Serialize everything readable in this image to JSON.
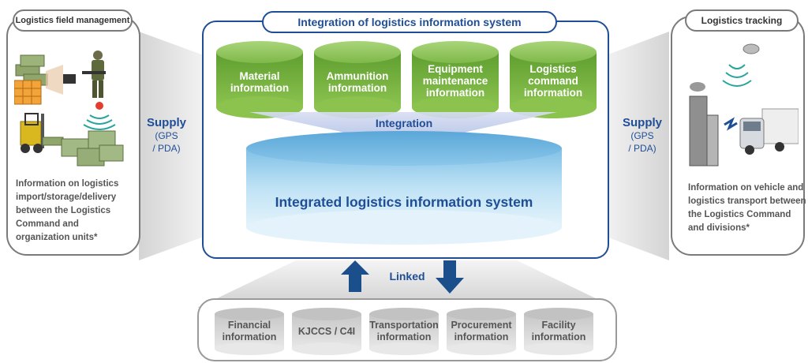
{
  "center": {
    "title": "Integration of logistics information system",
    "sources": [
      {
        "label": "Material\ninformation"
      },
      {
        "label": "Ammunition\ninformation"
      },
      {
        "label": "Equipment\nmaintenance\ninformation"
      },
      {
        "label": "Logistics\ncommand\ninformation"
      }
    ],
    "integration_label": "Integration",
    "core_label": "Integrated logistics information system"
  },
  "left": {
    "title": "Logistics field management",
    "description": "Information on logistics import/storage/delivery between the Logistics Command and organization units*"
  },
  "right": {
    "title": "Logistics tracking",
    "description": "Information on vehicle and logistics transport between the Logistics Command and divisions*"
  },
  "supply": {
    "label": "Supply",
    "sub1": "(GPS",
    "sub2": "/ PDA)"
  },
  "linked_label": "Linked",
  "linked_systems": [
    {
      "label": "Financial\ninformation"
    },
    {
      "label": "KJCCS / C4I"
    },
    {
      "label": "Transportation\ninformation"
    },
    {
      "label": "Procurement\ninformation"
    },
    {
      "label": "Facility\ninformation"
    }
  ],
  "colors": {
    "green_cylinder": "#6fae3c",
    "blue_title": "#1f4e96",
    "core_blue": "#a9d6ef",
    "border_gray": "#7a7a7a",
    "arrow_blue": "#1a4f8c"
  }
}
